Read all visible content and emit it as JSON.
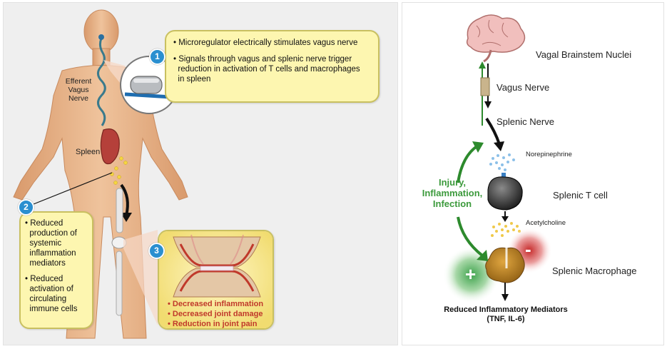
{
  "left": {
    "body_labels": {
      "efferent_vagus_nerve": "Efferent\nVagus\nNerve",
      "spleen": "Spleen"
    },
    "callout1": {
      "number": "1",
      "bullets": [
        "• Microregulator electrically stimulates vagus nerve",
        "• Signals through vagus and splenic nerve trigger\n  reduction in activation of T cells and macrophages\n  in spleen"
      ]
    },
    "callout2": {
      "number": "2",
      "bullets": [
        "• Reduced\n  production of\n  systemic\n  inflammation\n  mediators",
        "• Reduced\n  activation of\n  circulating\n  immune cells"
      ]
    },
    "callout3": {
      "number": "3",
      "bullets": [
        "• Decreased inflammation",
        "• Decreased joint damage",
        "• Reduction in joint pain"
      ]
    }
  },
  "right": {
    "labels": {
      "brainstem": "Vagal Brainstem Nuclei",
      "vagus": "Vagus Nerve",
      "splenic_nerve": "Splenic Nerve",
      "norepinephrine": "Norepinephrine",
      "t_cell": "Splenic T cell",
      "acetylcholine": "Acetylcholine",
      "macrophage": "Splenic Macrophage",
      "injury_line1": "Injury,",
      "injury_line2": "Inflammation,",
      "injury_line3": "Infection",
      "plus": "+",
      "minus": "-",
      "reduced_line1": "Reduced Inflammatory Mediators",
      "reduced_line2": "(TNF, IL-6)"
    }
  },
  "colors": {
    "skin": "#e8b48a",
    "callout_fill": "#fdf6b0",
    "badge_blue": "#2a8fd0",
    "green": "#3c9a3c",
    "red": "#c0392b"
  }
}
